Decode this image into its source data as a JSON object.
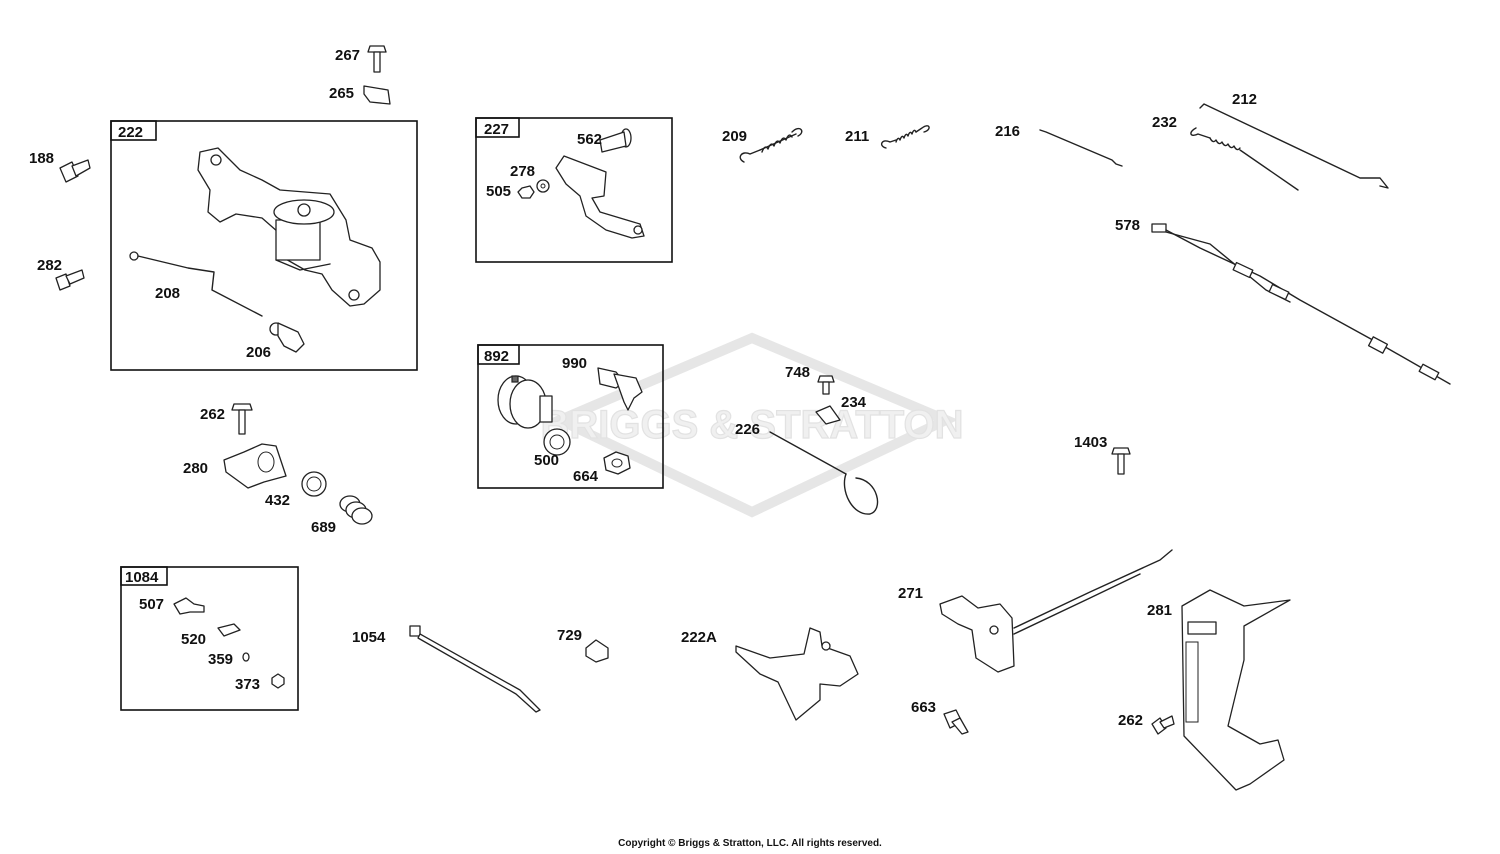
{
  "watermark": {
    "text": "BRIGGS & STRATTON"
  },
  "copyright": "Copyright © Briggs & Stratton, LLC. All rights reserved.",
  "groups": [
    {
      "id": "222",
      "label": "222"
    },
    {
      "id": "227",
      "label": "227"
    },
    {
      "id": "892",
      "label": "892"
    },
    {
      "id": "1084",
      "label": "1084"
    }
  ],
  "labels": {
    "p267": "267",
    "p265": "265",
    "p188": "188",
    "p282": "282",
    "p208": "208",
    "p206": "206",
    "p562": "562",
    "p278": "278",
    "p505": "505",
    "p209": "209",
    "p211": "211",
    "p216": "216",
    "p212": "212",
    "p232": "232",
    "p578": "578",
    "p990": "990",
    "p500": "500",
    "p664": "664",
    "p262a": "262",
    "p280": "280",
    "p432": "432",
    "p689": "689",
    "p748": "748",
    "p234": "234",
    "p226": "226",
    "p1403": "1403",
    "p507": "507",
    "p520": "520",
    "p359": "359",
    "p373": "373",
    "p1054": "1054",
    "p729": "729",
    "p222A": "222A",
    "p271": "271",
    "p663": "663",
    "p281": "281",
    "p262b": "262"
  }
}
